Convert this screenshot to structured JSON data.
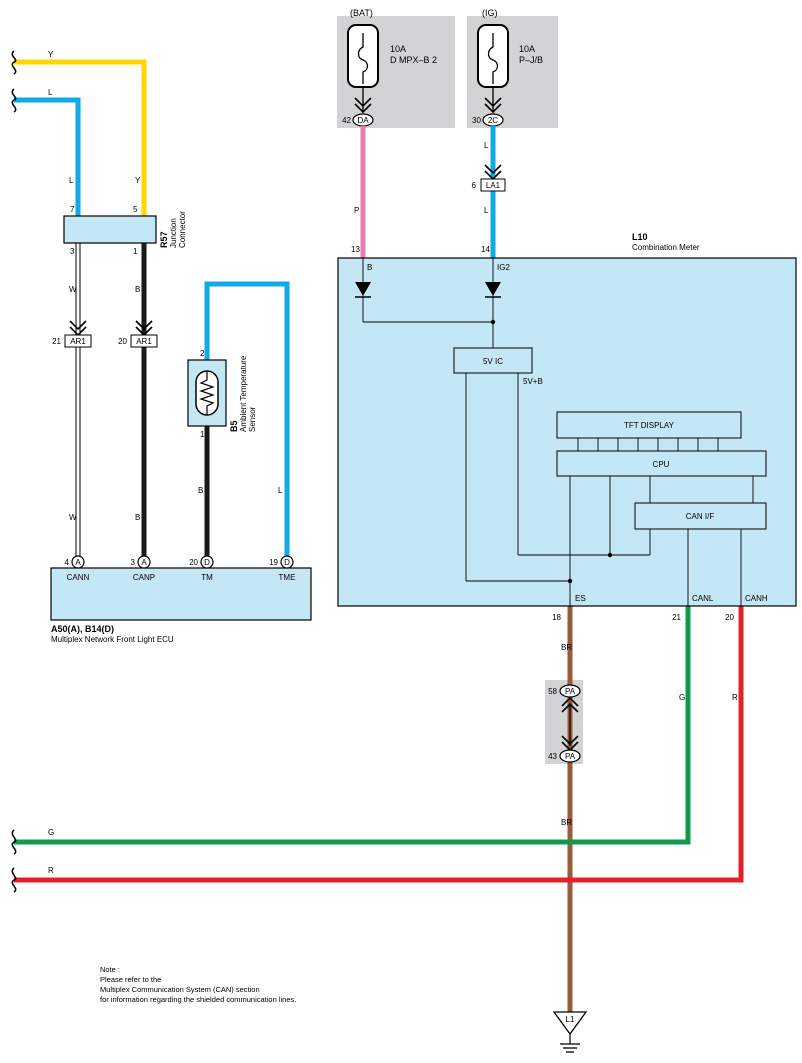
{
  "colors": {
    "yellow": "#ffd700",
    "blue": "#12a9e8",
    "pink": "#ea7cb4",
    "black": "#1a1a1a",
    "brown": "#9a5a36",
    "green": "#0f9b4b",
    "red": "#e4202a",
    "white_wire": "#ffffff",
    "component_fill": "#c4e7f5",
    "fuse_box": "#d2d3d5"
  },
  "fuses": {
    "bat": {
      "label": "(BAT)",
      "amp": "10A",
      "name": "D MPX–B 2",
      "pin": "42",
      "conn": "DA"
    },
    "ig": {
      "label": "(IG)",
      "amp": "10A",
      "name": "P–J/B",
      "pin": "30",
      "conn": "2C"
    }
  },
  "inline": {
    "la1": {
      "pin": "6",
      "conn": "LA1"
    },
    "ar1_w": {
      "pin": "21",
      "conn": "AR1"
    },
    "ar1_b": {
      "pin": "20",
      "conn": "AR1"
    },
    "pa_top": {
      "pin": "58",
      "conn": "PA"
    },
    "pa_bot": {
      "pin": "43",
      "conn": "PA"
    }
  },
  "wires": {
    "y": "Y",
    "l": "L",
    "w": "W",
    "b": "B",
    "p": "P",
    "g": "G",
    "r": "R",
    "br": "BR"
  },
  "junction": {
    "code": "R57",
    "name_line1": "Junction",
    "name_line2": "Connector",
    "pin_7": "7",
    "pin_5": "5",
    "pin_3": "3",
    "pin_1": "1"
  },
  "sensor": {
    "code": "B5",
    "name_line1": "Ambient Temperature",
    "name_line2": "Sensor",
    "pin_2": "2",
    "pin_1": "1"
  },
  "ecu": {
    "code": "A50(A), B14(D)",
    "name": "Multiplex Network Front Light ECU",
    "pins": [
      {
        "num": "4",
        "conn": "A",
        "label": "CANN"
      },
      {
        "num": "3",
        "conn": "A",
        "label": "CANP"
      },
      {
        "num": "20",
        "conn": "D",
        "label": "TM"
      },
      {
        "num": "19",
        "conn": "D",
        "label": "TME"
      }
    ]
  },
  "meter": {
    "code": "L10",
    "name": "Combination Meter",
    "pin_b": "13",
    "label_b": "B",
    "pin_ig2": "14",
    "label_ig2": "IG2",
    "ic": "5V IC",
    "ic_out": "5V+B",
    "display": "TFT DISPLAY",
    "cpu": "CPU",
    "canif": "CAN I/F",
    "es": "ES",
    "pin_es": "18",
    "canl": "CANL",
    "pin_canl": "21",
    "canh": "CANH",
    "pin_canh": "20"
  },
  "ground": {
    "code": "L1"
  },
  "note": {
    "line1": "Note :",
    "line2": "Please refer to the",
    "line3": "Multiplex Communication System (CAN) section",
    "line4": "for information regarding the shielded communication lines."
  }
}
